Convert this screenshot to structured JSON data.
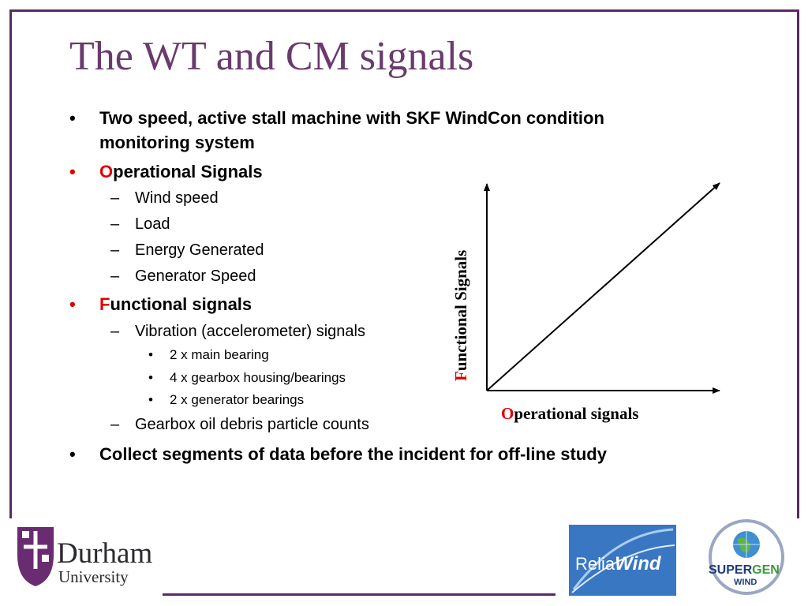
{
  "slide": {
    "title": "The WT and CM signals",
    "bullets": {
      "b1": "Two speed, active stall machine with SKF WindCon condition monitoring system",
      "b2_first": "O",
      "b2_rest": "perational Signals",
      "b2_items": [
        "Wind speed",
        "Load",
        "Energy Generated",
        "Generator Speed"
      ],
      "b3_first": "F",
      "b3_rest": "unctional signals",
      "b3_vibration": "Vibration (accelerometer) signals",
      "b3_sub_items": [
        "2 x main bearing",
        "4 x gearbox housing/bearings",
        "2 x generator bearings"
      ],
      "b3_oil": "Gearbox oil debris particle counts",
      "b4": "Collect segments of data before the incident for off-line study"
    },
    "bullet_symbol": "•",
    "dash_symbol": "–"
  },
  "diagram": {
    "y_label_first": "F",
    "y_label_rest": "unctional Signals",
    "x_label_first": "O",
    "x_label_rest": "perational signals"
  },
  "logos": {
    "durham_line1": "Durham",
    "durham_line2": "University",
    "reliawind_part1": "Relia",
    "reliawind_part2": "Wind",
    "supergen_part1": "SUPER",
    "supergen_part2": "GEN",
    "supergen_part3": "WIND"
  },
  "colors": {
    "frame": "#5b2a63",
    "title": "#6a3a6e",
    "highlight": "#e00000",
    "reliawind_bg": "#3a77c2"
  }
}
